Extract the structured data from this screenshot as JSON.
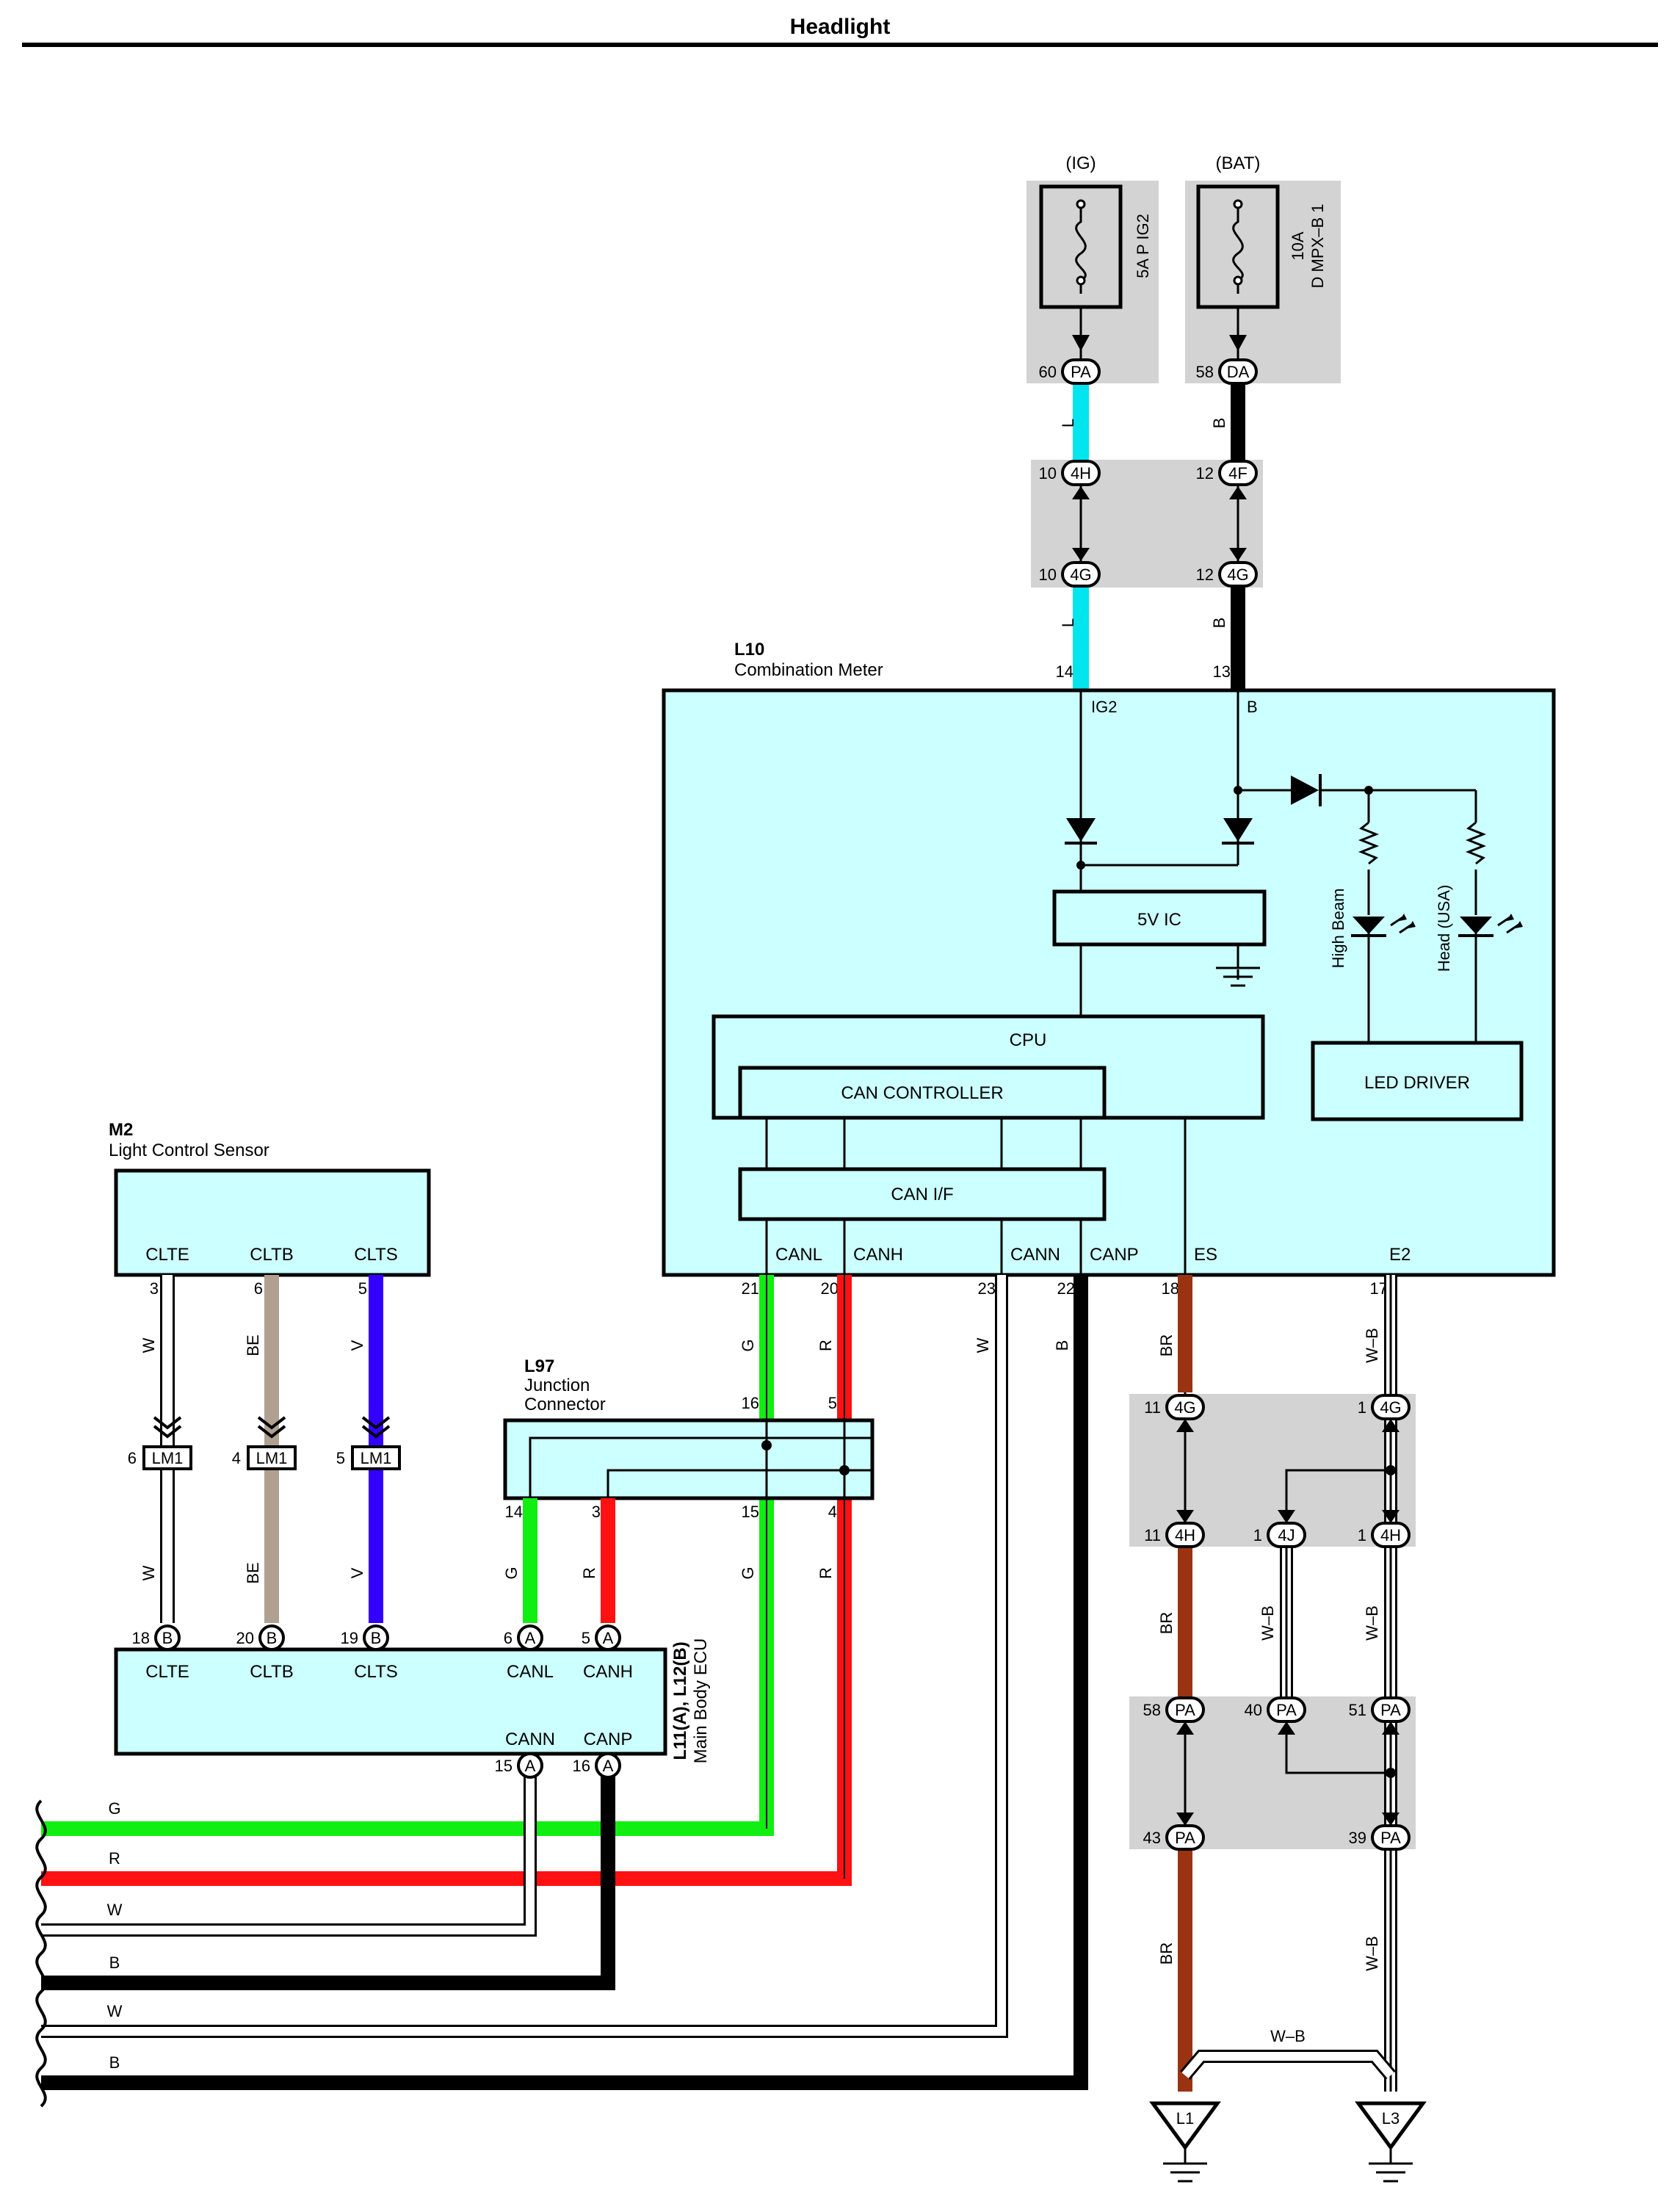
{
  "title": "Headlight",
  "colors": {
    "box_fill": "#ccffff",
    "gray_fill": "#d3d3d3",
    "wire_L": "#00e5ee",
    "wire_B": "#000000",
    "wire_G": "#11ee11",
    "wire_R": "#ff1111",
    "wire_V": "#3300ff",
    "wire_BE": "#b0a090",
    "wire_BR": "#993311",
    "wire_W": "#ffffff"
  },
  "fuses": {
    "ig": {
      "source": "(IG)",
      "name": "5A P IG2",
      "pin": "60",
      "connector": "PA"
    },
    "bat": {
      "source": "(BAT)",
      "line1": "10A",
      "line2": "D MPX–B 1",
      "pin": "58",
      "connector": "DA"
    }
  },
  "junction_4h4g": {
    "left_top_pin": "10",
    "left_top_conn": "4H",
    "right_top_pin": "12",
    "right_top_conn": "4F",
    "left_bot_pin": "10",
    "left_bot_conn": "4G",
    "right_bot_pin": "12",
    "right_bot_conn": "4G"
  },
  "wire_labels": {
    "L": "L",
    "B": "B",
    "G": "G",
    "R": "R",
    "W": "W",
    "V": "V",
    "BE": "BE",
    "BR": "BR",
    "WB": "W–B"
  },
  "combination_meter": {
    "id": "L10",
    "name": "Combination Meter",
    "pin_ig2": "14",
    "term_ig2": "IG2",
    "pin_b": "13",
    "term_b": "B",
    "ic": "5V IC",
    "cpu": "CPU",
    "can_controller": "CAN CONTROLLER",
    "can_if": "CAN I/F",
    "led_driver": "LED DRIVER",
    "high_beam": "High Beam",
    "head_usa": "Head (USA)",
    "terms": {
      "canl": "CANL",
      "canh": "CANH",
      "cann": "CANN",
      "canp": "CANP",
      "es": "ES",
      "e2": "E2"
    },
    "pins": {
      "canl": "21",
      "canh": "20",
      "cann": "23",
      "canp": "22",
      "es": "18",
      "e2": "17"
    }
  },
  "light_sensor": {
    "id": "M2",
    "name": "Light Control Sensor",
    "terms": [
      "CLTE",
      "CLTB",
      "CLTS"
    ],
    "pins": [
      "3",
      "6",
      "5"
    ]
  },
  "lm1": {
    "label": "LM1",
    "pins": [
      "6",
      "4",
      "5"
    ]
  },
  "junction_connector": {
    "id": "L97",
    "line1": "Junction",
    "line2": "Connector",
    "pin_16": "16",
    "pin_5": "5",
    "pin_14": "14",
    "pin_3": "3",
    "pin_15": "15",
    "pin_4": "4"
  },
  "main_body_ecu": {
    "id": "L11(A), L12(B)",
    "name": "Main Body ECU",
    "terms": {
      "clte": "CLTE",
      "cltb": "CLTB",
      "clts": "CLTS",
      "canl": "CANL",
      "canh": "CANH",
      "cann": "CANN",
      "canp": "CANP"
    },
    "pins": {
      "clte": "18",
      "cltb": "20",
      "clts": "19",
      "canl": "6",
      "canh": "5",
      "cann": "15",
      "canp": "16"
    },
    "conns": {
      "b": "B",
      "a": "A"
    }
  },
  "ground_junctions": {
    "top": {
      "p11": "11",
      "c11": "4G",
      "p1": "1",
      "c1": "4G"
    },
    "mid": {
      "p11": "11",
      "c11": "4H",
      "p1a": "1",
      "c1a": "4J",
      "p1b": "1",
      "c1b": "4H"
    },
    "pa_top": {
      "p58": "58",
      "p40": "40",
      "p51": "51",
      "conn": "PA"
    },
    "pa_bot": {
      "p43": "43",
      "p39": "39",
      "conn": "PA"
    }
  },
  "grounds": {
    "l1": "L1",
    "l3": "L3"
  }
}
